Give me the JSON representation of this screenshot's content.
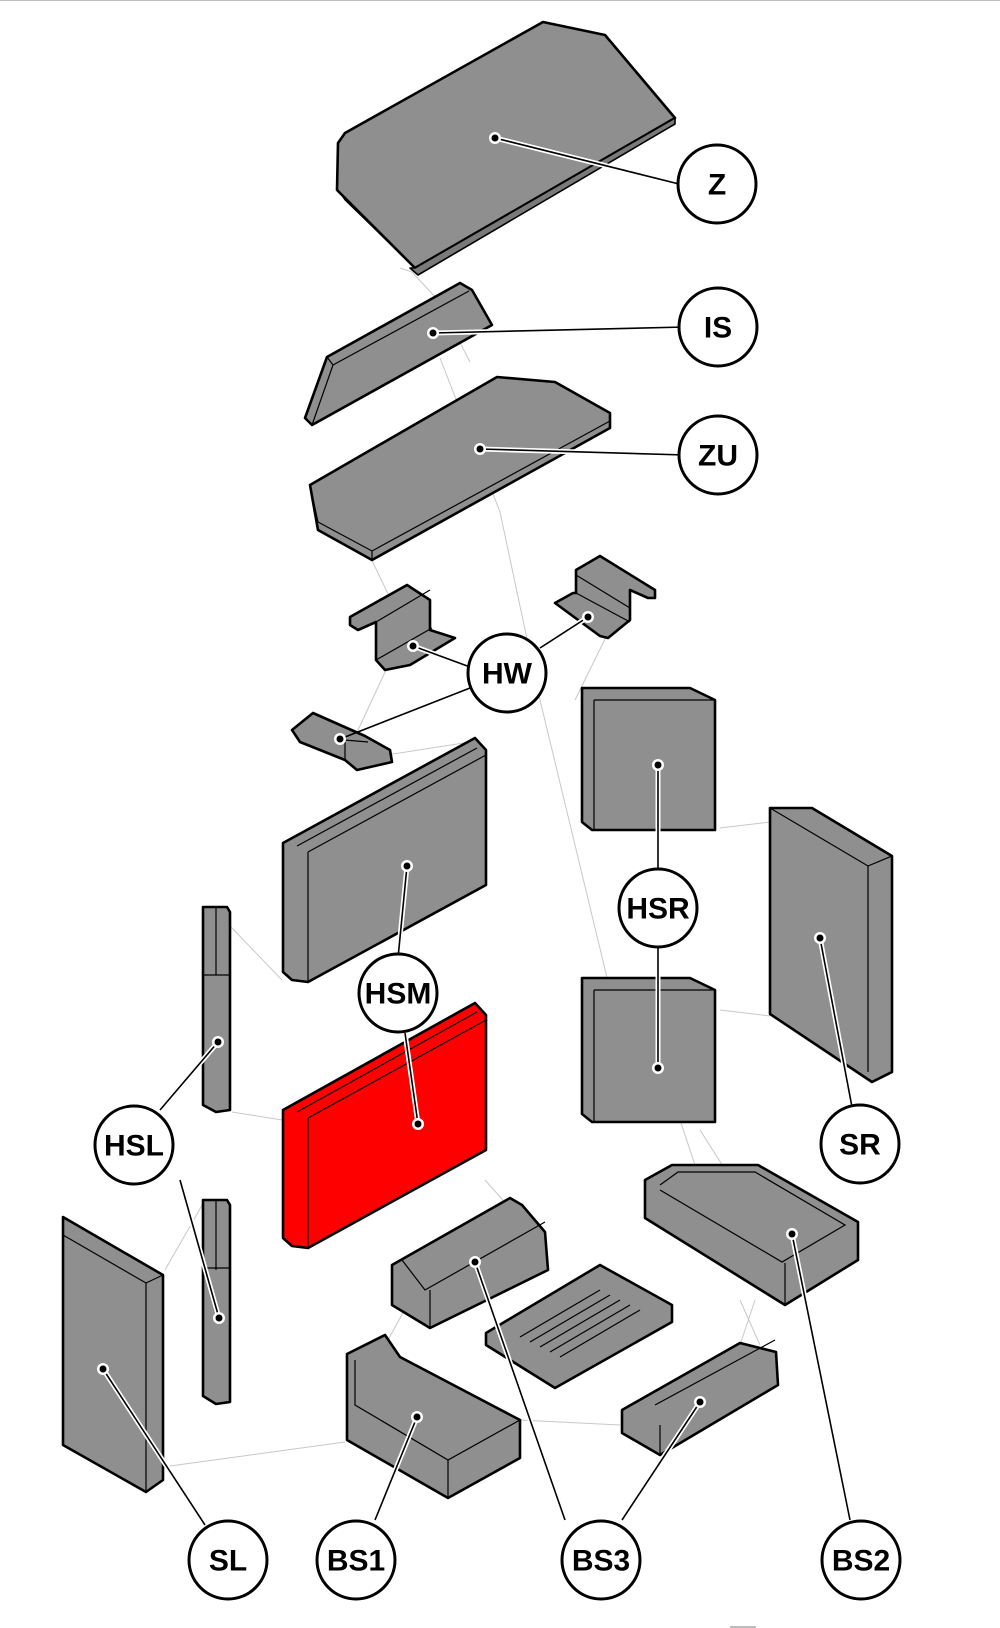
{
  "diagram": {
    "title": "Exploded view of stove firebrick lining",
    "highlight_color": "#ff0000",
    "part_color": "#8f8f8f",
    "highlighted_part": "HSM",
    "callouts": [
      {
        "id": "Z",
        "label": "Z"
      },
      {
        "id": "IS",
        "label": "IS"
      },
      {
        "id": "ZU",
        "label": "ZU"
      },
      {
        "id": "HW",
        "label": "HW"
      },
      {
        "id": "HSR",
        "label": "HSR"
      },
      {
        "id": "HSM",
        "label": "HSM"
      },
      {
        "id": "SR",
        "label": "SR"
      },
      {
        "id": "HSL",
        "label": "HSL"
      },
      {
        "id": "SL",
        "label": "SL"
      },
      {
        "id": "BS1",
        "label": "BS1"
      },
      {
        "id": "BS3",
        "label": "BS3"
      },
      {
        "id": "BS2",
        "label": "BS2"
      }
    ]
  }
}
